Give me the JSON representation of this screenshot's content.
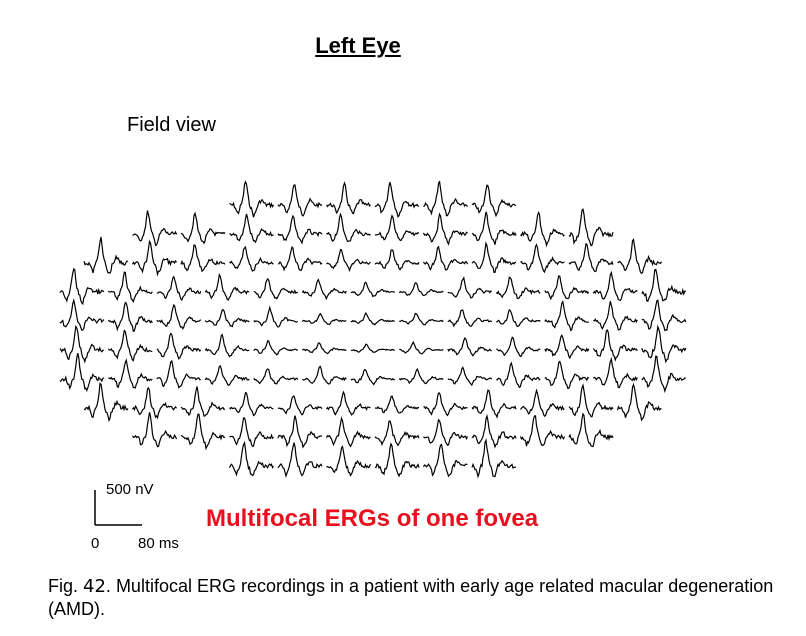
{
  "header": {
    "title": "Left Eye",
    "subtitle": "Field view"
  },
  "recording": {
    "trace_color": "#000000",
    "rows": [
      6,
      10,
      12,
      13,
      13,
      13,
      13,
      12,
      10,
      6
    ]
  },
  "scale_bar": {
    "amplitude_label": "500 nV",
    "origin_label": "0",
    "time_label": "80 ms"
  },
  "annotation": {
    "text": "Multifocal ERGs of one fovea",
    "color": "#e8101e"
  },
  "caption": {
    "prefix": "Fig. ",
    "number": "42",
    "separator": ".",
    "text": "  Multifocal ERG recordings in a patient with early age related macular degeneration (AMD)."
  }
}
